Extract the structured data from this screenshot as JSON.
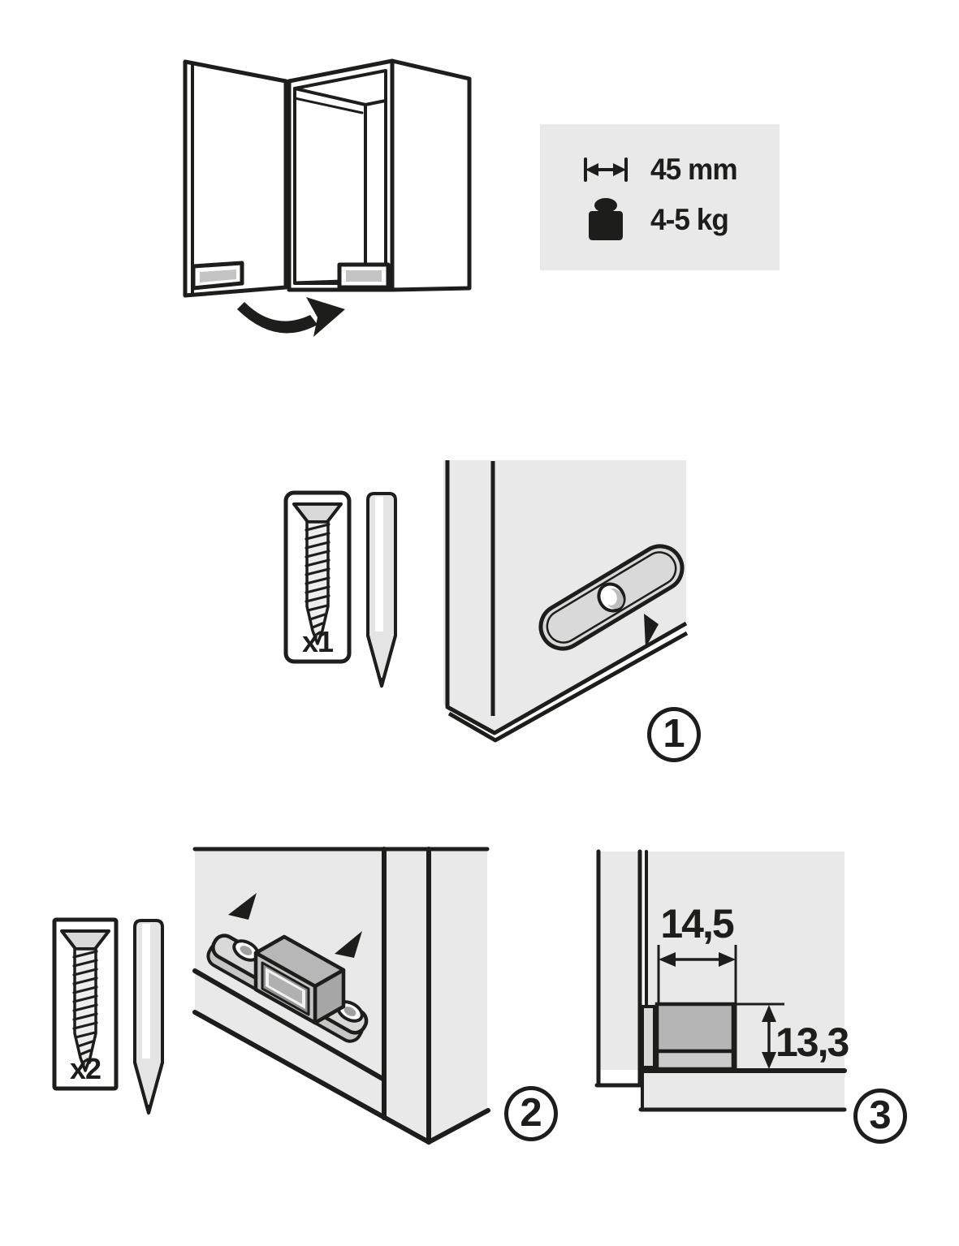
{
  "spec_panel": {
    "bg_color": "#e9e9e9",
    "width_icon": "horizontal-span-arrow-icon",
    "width_value": "45 mm",
    "weight_icon": "kg-weight-icon",
    "weight_icon_label": "kg",
    "weight_value": "4-5 kg"
  },
  "overview": {
    "illustration": "wall-cabinet-with-open-door",
    "swing_arrow_icon": "door-swing-arrow-icon"
  },
  "steps": [
    {
      "number": "1",
      "screw_count_label": "x1",
      "tools": [
        "countersunk-screw-icon",
        "phillips-screwdriver-icon"
      ],
      "illustration": "strike-plate-mounted-on-door"
    },
    {
      "number": "2",
      "screw_count_label": "x2",
      "tools": [
        "countersunk-screw-icon",
        "phillips-screwdriver-icon"
      ],
      "illustration": "magnetic-catch-mounted-in-cabinet"
    },
    {
      "number": "3",
      "illustration": "side-section-with-dimensions",
      "width_dimension": "14,5",
      "height_dimension": "13,3"
    }
  ],
  "colors": {
    "outline": "#1d1d1b",
    "panel_gray": "#e9e9e9",
    "plate_gray": "#d9d9d9",
    "catch_gray": "#b5b5b5",
    "catch_light": "#cbcbcb",
    "inner_fill": "#c4c4c4"
  }
}
